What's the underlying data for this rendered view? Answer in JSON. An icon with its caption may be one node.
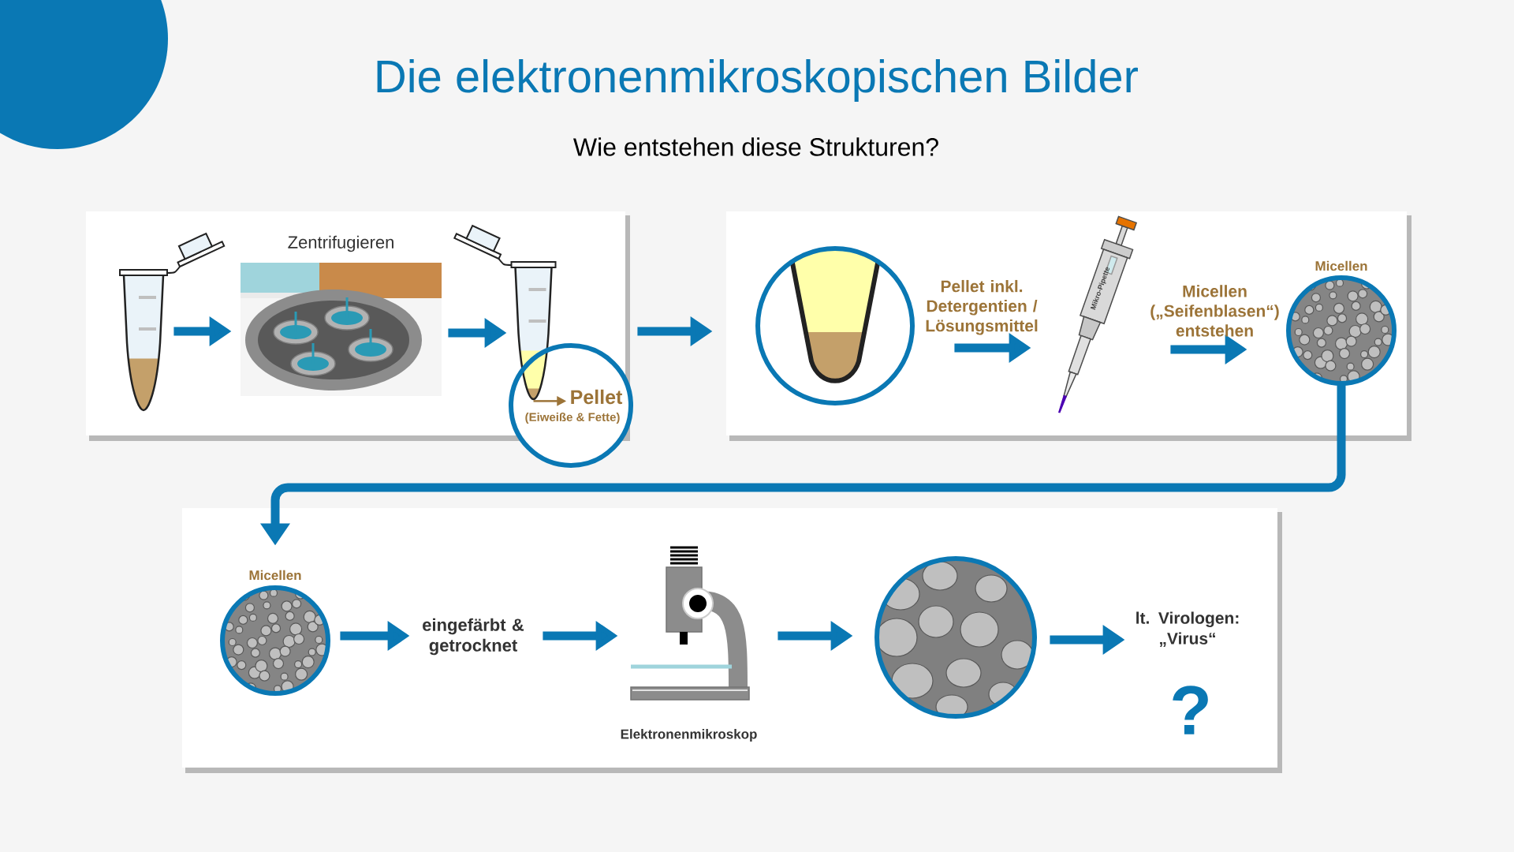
{
  "diagram": {
    "title": "Die elektronenmikroskopischen Bilder",
    "nodes": [
      {
        "text": [],
        "shape": "box"
      },
      {
        "text": [],
        "shape": "picture",
        "in": 0
      },
      {
        "text": [
          "Zentrifugieren"
        ],
        "in": 0
      },
      {
        "text": [],
        "shape": "picture",
        "in": 0
      },
      {
        "text": [
          "Pellet"
        ],
        "beside": [
          "(Eiweiße & Fette)"
        ],
        "in": 0
      },
      {
        "text": [],
        "shape": "box"
      },
      {
        "text": [],
        "shape": "picture",
        "in": 5
      },
      {
        "text": [],
        "shape": "picture",
        "in": 5
      },
      {
        "text": [
          "Micellen"
        ],
        "in": 5
      },
      {
        "text": [],
        "shape": "box"
      },
      {
        "text": [
          "Micellen"
        ],
        "in": 9
      },
      {
        "text": [
          "eingefärbt & getrocknet"
        ],
        "in": 9
      },
      {
        "text": [
          "Elektronenmikroskop"
        ],
        "in": 9
      },
      {
        "text": [],
        "shape": "picture",
        "in": 9
      },
      {
        "text": [
          "lt. Virologen: „Virus“",
          "?"
        ],
        "in": 9
      }
    ],
    "edges": [
      {
        "from": 1,
        "to": 2,
        "arrow": "to"
      },
      {
        "from": 2,
        "to": 3,
        "arrow": "to"
      },
      {
        "from": 3,
        "to": 4,
        "arrow": "to",
        "color": "#9c7438"
      },
      {
        "from": 0,
        "to": 5,
        "arrow": "to"
      },
      {
        "from": 6,
        "to": 7,
        "arrow": "to",
        "label": "Pellet inkl. Detergentien / Lösungsmittel"
      },
      {
        "from": 7,
        "to": 8,
        "arrow": "to",
        "label": "Micellen („Seifenblasen“) entstehen"
      },
      {
        "from": 8,
        "to": 10,
        "arrow": "to"
      },
      {
        "from": 10,
        "to": 11,
        "arrow": "to"
      },
      {
        "from": 11,
        "to": 12,
        "arrow": "to"
      },
      {
        "from": 12,
        "to": 13,
        "arrow": "to"
      },
      {
        "from": 13,
        "to": 14,
        "arrow": "to"
      }
    ],
    "labels": [
      "Wie entstehen diese Strukturen?",
      "Mikro-Pipette"
    ]
  }
}
